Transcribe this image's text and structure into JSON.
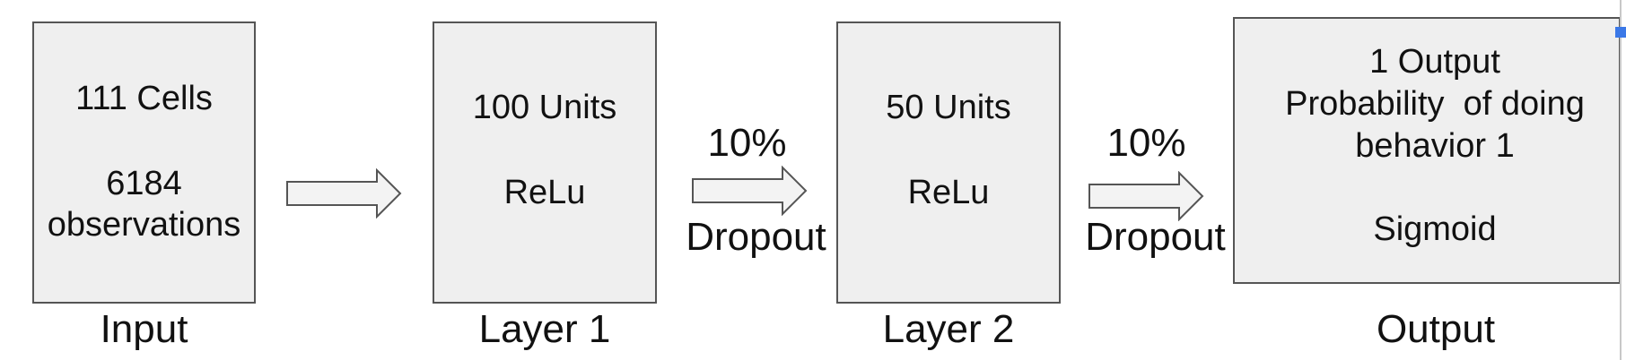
{
  "blocks": {
    "input": {
      "line1": "111 Cells",
      "line2": "6184",
      "line3": "observations",
      "caption": "Input"
    },
    "layer1": {
      "line1": "100 Units",
      "line2": "ReLu",
      "caption": "Layer 1"
    },
    "layer2": {
      "line1": "50 Units",
      "line2": "ReLu",
      "caption": "Layer 2"
    },
    "output": {
      "line1": "1 Output",
      "line2": "Probability  of doing",
      "line3": "behavior 1",
      "line4": "Sigmoid",
      "caption": "Output"
    }
  },
  "connectors": {
    "dropout1": {
      "top": "10%",
      "bottom": "Dropout"
    },
    "dropout2": {
      "top": "10%",
      "bottom": "Dropout"
    }
  },
  "colors": {
    "box_fill": "#efefef",
    "box_border": "#555555",
    "arrow_fill": "#f3f3f3",
    "arrow_stroke": "#555555",
    "selection_handle": "#3b78e7"
  }
}
